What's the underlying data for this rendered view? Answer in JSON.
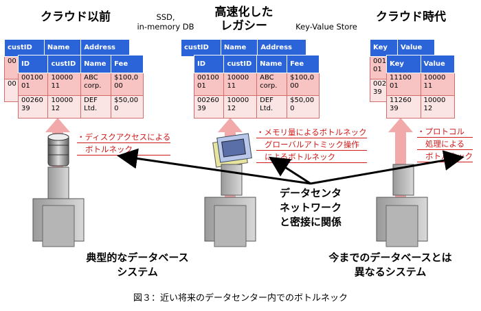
{
  "headings": {
    "left": "クラウド以前",
    "middle": [
      "高速化した",
      "レガシー"
    ],
    "right": "クラウド時代",
    "ssd": [
      "SSD,",
      "in-memory DB"
    ],
    "kv": "Key-Value Store"
  },
  "tables": {
    "left_back_headers": [
      "custID",
      "Name",
      "Address"
    ],
    "left_back_rows": [
      [
        "00",
        "",
        ""
      ],
      [
        "00",
        "",
        ""
      ]
    ],
    "left_front_headers": [
      "ID",
      "custID",
      "Name",
      "Fee"
    ],
    "left_front_rows": [
      [
        "00100\n01",
        "10000\n11",
        "ABC\ncorp.",
        "$100,0\n00"
      ],
      [
        "00260\n39",
        "10000\n12",
        "DEF\nLtd.",
        "$50,00\n0"
      ]
    ],
    "mid_back_headers": [
      "custID",
      "Name",
      "Address"
    ],
    "mid_front_headers": [
      "ID",
      "custID",
      "Name",
      "Fee"
    ],
    "mid_front_rows": [
      [
        "00100\n01",
        "10000\n11",
        "ABC\ncorp.",
        "$100,0\n00"
      ],
      [
        "00260\n39",
        "10000\n12",
        "DEF\nLtd.",
        "$50,00\n0"
      ]
    ],
    "right_back_headers": [
      "Key",
      "Value"
    ],
    "right_back_rows": [
      [
        "001\n01",
        ""
      ],
      [
        "002\n39",
        ""
      ]
    ],
    "right_front_headers": [
      "Key",
      "Value"
    ],
    "right_front_rows": [
      [
        "11100\n01",
        "10000\n11"
      ],
      [
        "11260\n39",
        "10000\n12"
      ]
    ]
  },
  "notes": {
    "left": [
      "・ディスクアクセスによる",
      "ボトルネック"
    ],
    "middle": [
      "・メモリ量によるボトルネック",
      "グローバルアトミック操作",
      "によるボトルネック"
    ],
    "right": [
      "・プロトコル",
      "処理による",
      "ボトルネック"
    ]
  },
  "center_label": [
    "データセンタ",
    "ネットワーク",
    "と密接に関係"
  ],
  "bottom_left": [
    "典型的なデータベース",
    "システム"
  ],
  "bottom_right": [
    "今までのデータベースとは",
    "異なるシステム"
  ],
  "caption": "図３：近い将来のデータセンター内でのボトルネック",
  "colors": {
    "header_blue": "#2b63d8",
    "row_pink": "#f7c3c3",
    "arrow_pink": "#f0a0a0",
    "note_red": "#d01818"
  },
  "icons": [
    "disk-icon",
    "memory-chip-icon",
    "server-stack-icon"
  ]
}
